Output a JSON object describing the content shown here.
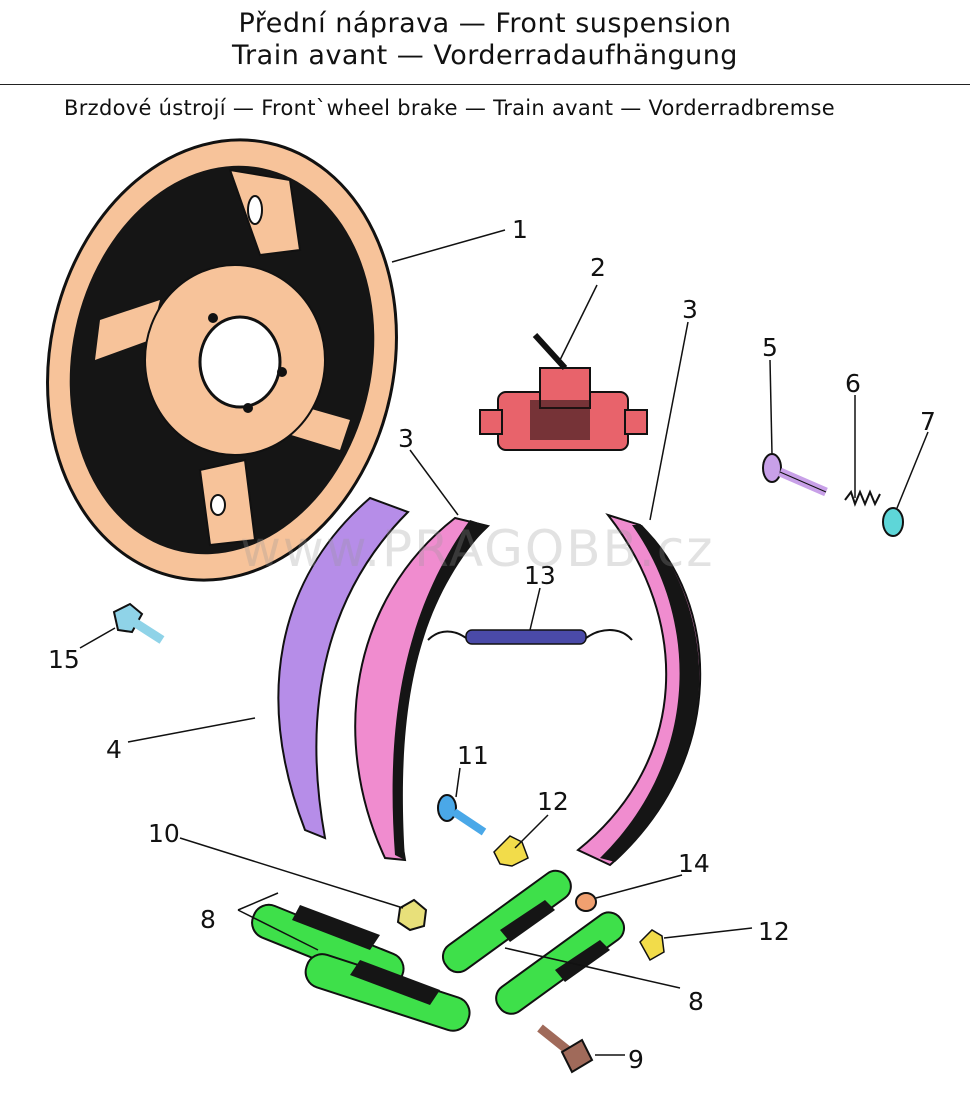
{
  "header": {
    "title_line_1": "Přední náprava — Front suspension",
    "title_line_2": "Train avant — Vorderradaufhängung",
    "subtitle": "Brzdové ústrojí — Front`wheel brake — Train avant — Vorderradbremse",
    "watermark": "www.PRAGOBB.cz"
  },
  "callouts": {
    "c1": "1",
    "c2": "2",
    "c3a": "3",
    "c3b": "3",
    "c4": "4",
    "c5": "5",
    "c6": "6",
    "c7": "7",
    "c8a": "8",
    "c8b": "8",
    "c9": "9",
    "c10": "10",
    "c11": "11",
    "c12a": "12",
    "c12b": "12",
    "c13": "13",
    "c14": "14",
    "c15": "15"
  },
  "colors": {
    "backplate": "#f7c39a",
    "cylinder": "#e8636b",
    "lining": "#b68de8",
    "shoe": "#f08ccf",
    "lever": "#3ee04a",
    "bolt": "#8fd3e8",
    "ink": "#111111"
  }
}
